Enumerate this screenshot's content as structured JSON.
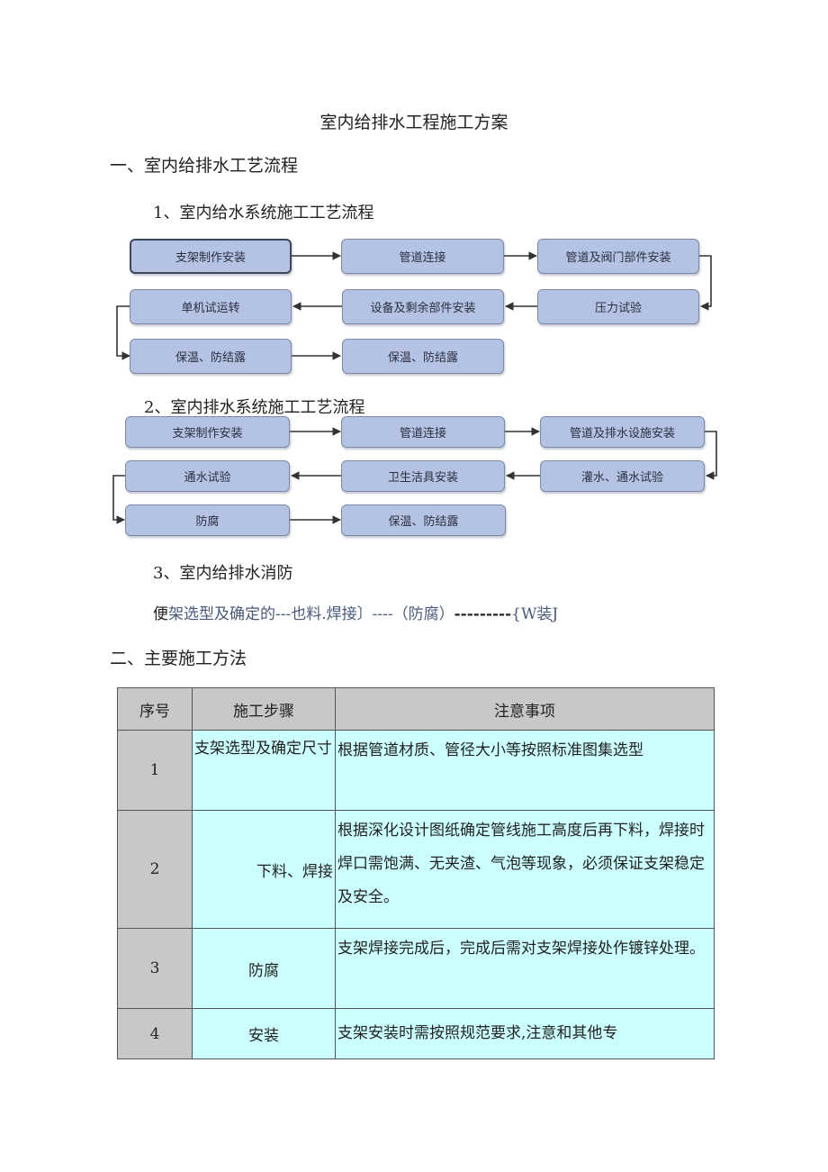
{
  "doc_title": "室内给排水工程施工方案",
  "section1": {
    "heading": "一、室内给排水工艺流程",
    "sub1": {
      "heading": "1、室内给水系统施工工艺流程",
      "boxes": [
        "支架制作安装",
        "管道连接",
        "管道及阀门部件安装",
        "压力试验",
        "设备及剩余部件安装",
        "单机试运转",
        "保温、防结露",
        "保温、防结露"
      ]
    },
    "sub2": {
      "heading": "2、室内排水系统施工工艺流程",
      "boxes": [
        "支架制作安装",
        "管道连接",
        "管道及排水设施安装",
        "灌水、通水试验",
        "卫生洁具安装",
        "通水试验",
        "防腐",
        "保温、防结露"
      ]
    },
    "sub3": {
      "heading": "3、室内给排水消防",
      "flow_parts": [
        "便",
        "架选型及确定的---也料.焊接〕----（防腐）",
        "---------",
        "{W装J"
      ]
    }
  },
  "section2": {
    "heading": "二、主要施工方法",
    "table": {
      "headers": [
        "序号",
        "施工步骤",
        "注意事项"
      ],
      "rows": [
        {
          "no": "1",
          "step": "支架选型及确定尺寸",
          "note": "根据管道材质、管径大小等按照标准图集选型"
        },
        {
          "no": "2",
          "step": "下料、焊接",
          "note": "根据深化设计图纸确定管线施工高度后再下料，焊接时焊口需饱满、无夹渣、气泡等现象，必须保证支架稳定及安全。"
        },
        {
          "no": "3",
          "step": "防腐",
          "note": "支架焊接完成后，完成后需对支架焊接处作镀锌处理。"
        },
        {
          "no": "4",
          "step": "安装",
          "note": "支架安装时需按照规范要求,注意和其他专"
        }
      ]
    }
  },
  "colors": {
    "box_fill": "#b4c3e3",
    "table_header": "#c8c8c8",
    "table_cell": "#ccffff"
  }
}
